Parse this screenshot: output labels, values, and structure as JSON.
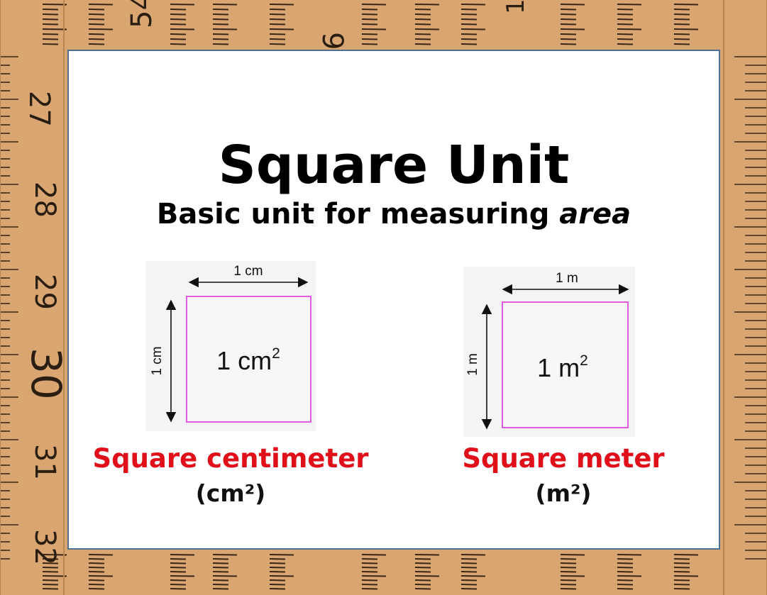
{
  "slide": {
    "title": "Square Unit",
    "subtitle_main": "Basic unit for measuring ",
    "subtitle_emphasis": "area"
  },
  "units": [
    {
      "top_label": "1 cm",
      "side_label": "1 cm",
      "square_base": "1 cm",
      "square_exp": "2",
      "name": "Square centimeter",
      "abbr": "(cm²)"
    },
    {
      "top_label": "1 m",
      "side_label": "1 m",
      "square_base": "1 m",
      "square_exp": "2",
      "name": "Square meter",
      "abbr": "(m²)"
    }
  ],
  "colors": {
    "background_ruler": "#d9a672",
    "square_border": "#e05be0",
    "unit_name": "#e0101a",
    "card_border": "#4f6f93"
  }
}
